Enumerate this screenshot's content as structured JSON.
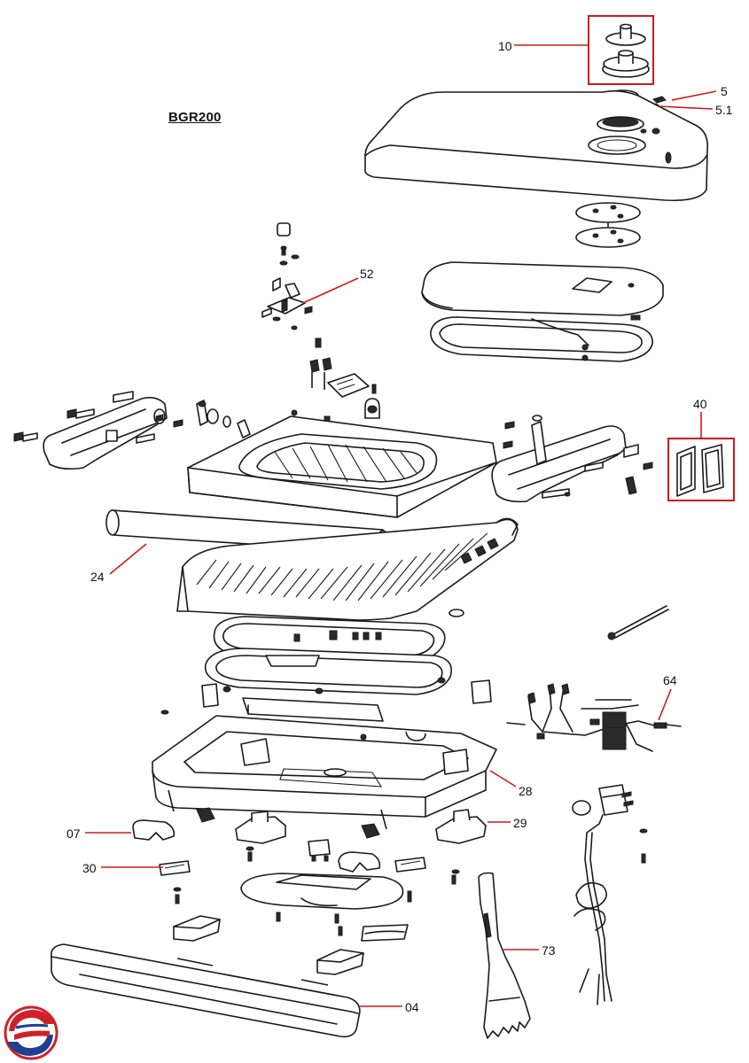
{
  "model": "BGR200",
  "callouts": {
    "c10": "10",
    "c5": "5",
    "c51": "5.1",
    "c52": "52",
    "c40": "40",
    "c24": "24",
    "c64": "64",
    "c28": "28",
    "c07": "07",
    "c29": "29",
    "c30": "30",
    "c73": "73",
    "c04": "04"
  },
  "colors": {
    "callout": "#d11a1a",
    "line": "#1a1a1a",
    "logo_red": "#d0202a",
    "logo_blue": "#1f3f8f"
  },
  "icons": [
    "brand-logo-icon"
  ]
}
